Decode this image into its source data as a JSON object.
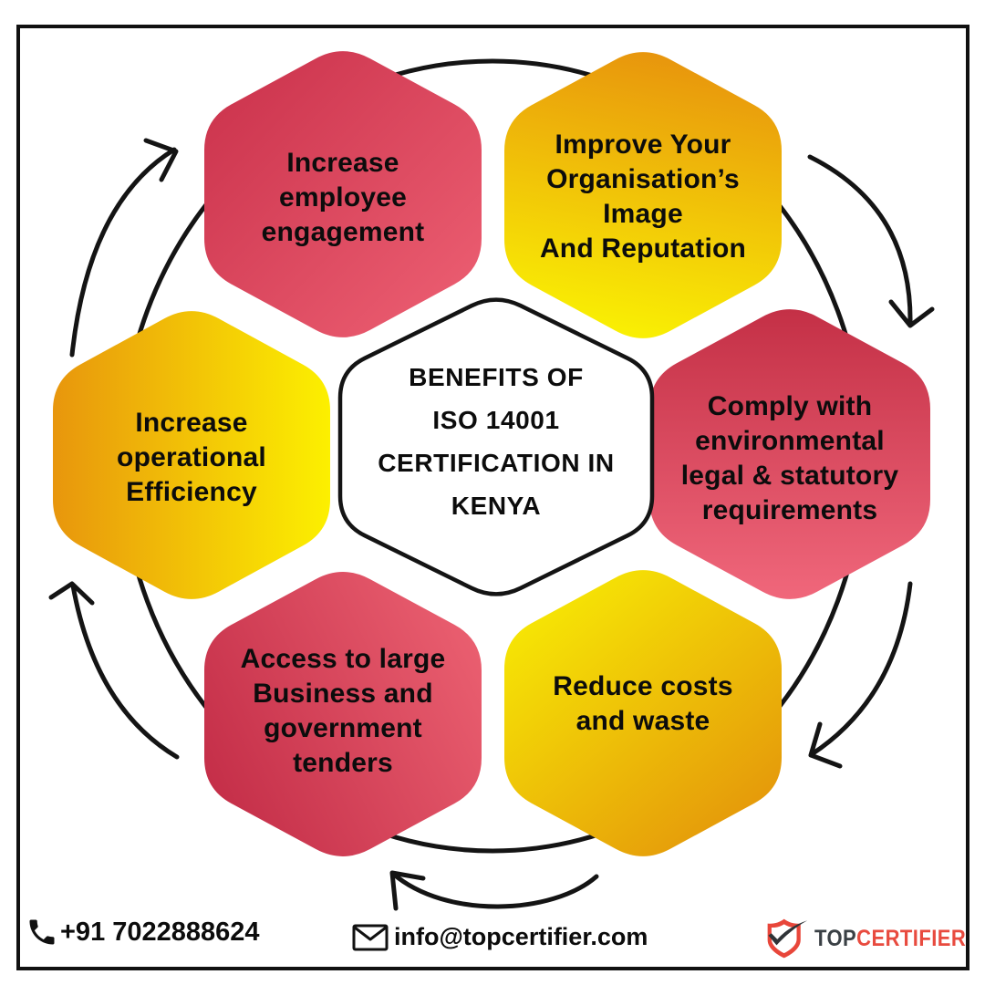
{
  "title": {
    "lines": [
      "BENEFITS OF",
      "ISO 14001",
      "CERTIFICATION IN",
      "KENYA"
    ]
  },
  "hexagons": [
    {
      "id": "increase-employee-engagement",
      "lines": [
        "Increase",
        "employee",
        "engagement"
      ],
      "color_start": "#C9304A",
      "color_end": "#EE6174"
    },
    {
      "id": "improve-your-organisations-image-and-reputation",
      "lines": [
        "Improve Your",
        "Organisation’s",
        "Image",
        "And Reputation"
      ],
      "color_start": "#E8960D",
      "color_end": "#FAF303"
    },
    {
      "id": "comply-with-environmental-legal-statutory-requirements",
      "lines": [
        "Comply with",
        "environmental",
        "legal & statutory",
        "requirements"
      ],
      "color_start": "#C43046",
      "color_end": "#F0677B"
    },
    {
      "id": "reduce-costs-and-waste",
      "lines": [
        "Reduce costs",
        "and waste"
      ],
      "color_start": "#F8EE04",
      "color_end": "#E3910B"
    },
    {
      "id": "access-to-large-business-and-government-tenders",
      "lines": [
        "Access to large",
        "Business and",
        "government",
        "tenders"
      ],
      "color_start": "#C42E48",
      "color_end": "#EA5F70"
    },
    {
      "id": "increase-operational-efficiency",
      "lines": [
        "Increase",
        "operational",
        "Efficiency"
      ],
      "color_start": "#E8960D",
      "color_end": "#FCF000"
    }
  ],
  "footer": {
    "phone": "+91 7022888624",
    "email": "info@topcertifier.com",
    "logo": {
      "part1": "TOP",
      "part2": "CERTIFIER",
      "part1_color": "#3A4045",
      "part2_color": "#E84B3F",
      "shield_color": "#E8463A",
      "swoosh_color": "#2F3337"
    }
  },
  "styles": {
    "ink": "#141414",
    "background": "#FFFFFF"
  }
}
